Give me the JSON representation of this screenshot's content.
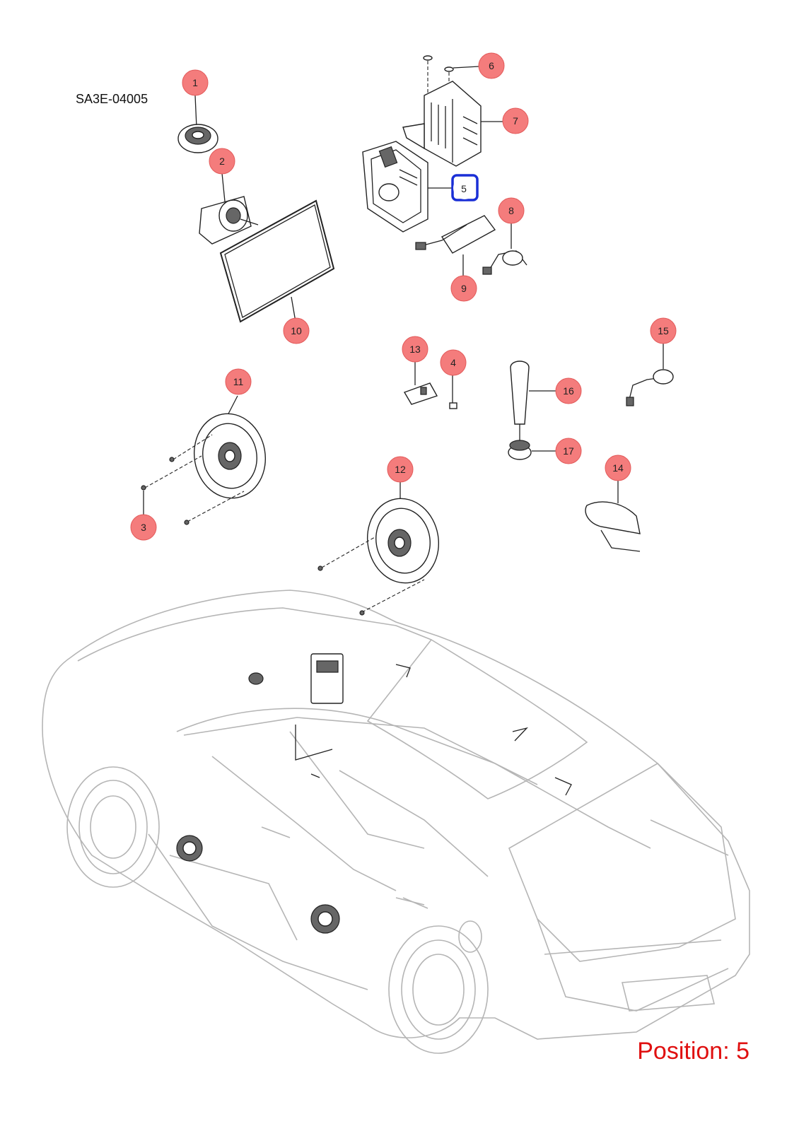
{
  "diagram_code": "SA3E-04005",
  "position_label": "Position: 5",
  "highlighted_callout": "5",
  "colors": {
    "callout_fill": "#f47c7c",
    "highlight_border": "#1a2fd6",
    "position_text": "#e01010",
    "car_outline": "#b5b5b5"
  },
  "callouts": [
    "1",
    "2",
    "3",
    "4",
    "5",
    "6",
    "7",
    "8",
    "9",
    "10",
    "11",
    "12",
    "13",
    "14",
    "15",
    "16",
    "17"
  ]
}
